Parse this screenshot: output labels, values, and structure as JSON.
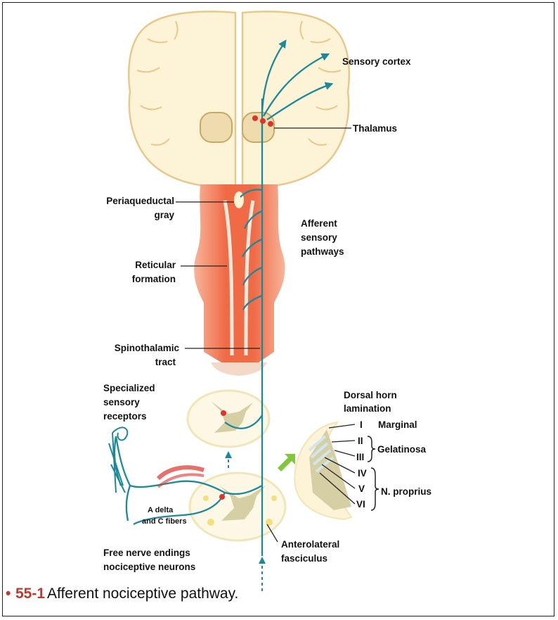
{
  "labels": {
    "sensory_cortex": "Sensory cortex",
    "thalamus": "Thalamus",
    "periaqueductal_1": "Periaqueductal",
    "periaqueductal_2": "gray",
    "afferent_1": "Afferent",
    "afferent_2": "sensory",
    "afferent_3": "pathways",
    "reticular_1": "Reticular",
    "reticular_2": "formation",
    "spinothalamic_1": "Spinothalamic",
    "spinothalamic_2": "tract",
    "specialized_1": "Specialized",
    "specialized_2": "sensory",
    "specialized_3": "receptors",
    "dorsal_1": "Dorsal horn",
    "dorsal_2": "lamination",
    "lam_1": "I",
    "lam_2": "II",
    "lam_3": "III",
    "lam_4": "IV",
    "lam_5": "V",
    "lam_6": "VI",
    "marginal": "Marginal",
    "gelatinosa": "Gelatinosa",
    "n_proprius": "N. proprius",
    "adelta_1": "A delta",
    "adelta_2": "and C fibers",
    "free_1": "Free nerve endings",
    "free_2": "nociceptive neurons",
    "anterolateral_1": "Anterolateral",
    "anterolateral_2": "fasciculus"
  },
  "caption": {
    "number": "55-1",
    "text": "Afferent nociceptive pathway."
  },
  "colors": {
    "brain": "#fdf3d6",
    "brainstem": "#ef6a45",
    "pathway": "#1a8a9a",
    "neuron_dot": "#e0322b",
    "caption_number": "#c0392b"
  }
}
